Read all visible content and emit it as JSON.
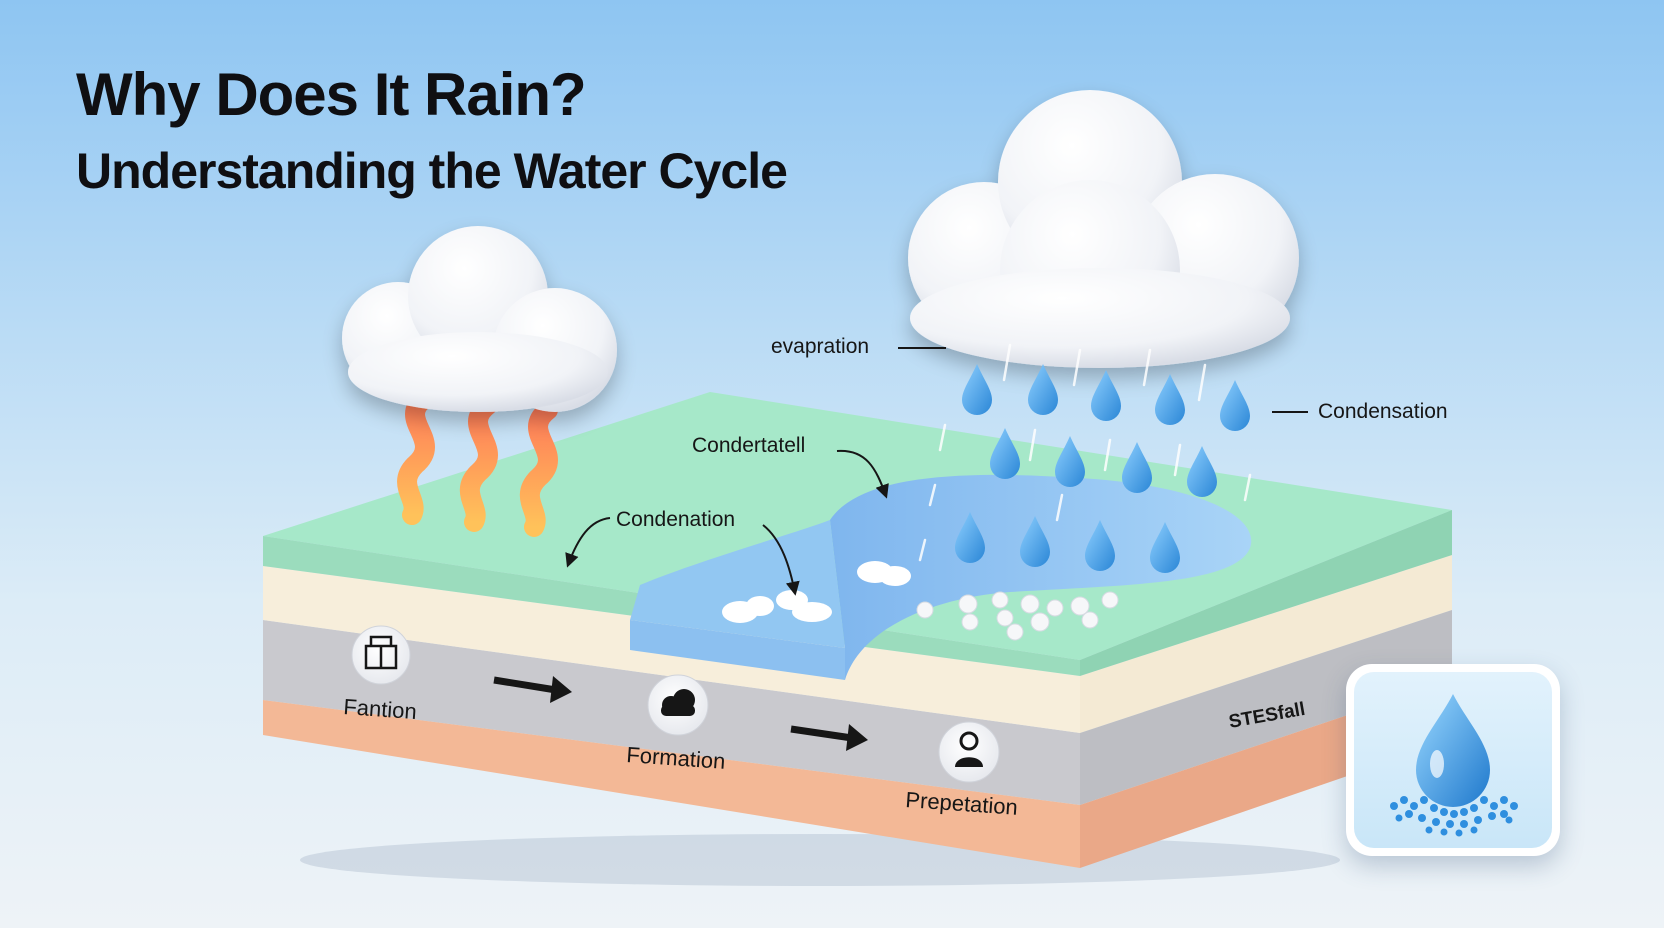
{
  "header": {
    "title": "Why Does It Rain?",
    "subtitle": "Understanding the Water Cycle"
  },
  "labels": {
    "evaporation": "evapration",
    "condensation_right": "Condensation",
    "condensation_middle": "Condertatell",
    "condensation_left": "Condenation",
    "side_text": "STESfall"
  },
  "steps": [
    {
      "label": "Fantion",
      "icon": "building-icon"
    },
    {
      "label": "Formation",
      "icon": "cloud-icon"
    },
    {
      "label": "Prepetation",
      "icon": "person-icon"
    }
  ],
  "badge": {
    "icon": "water-droplet-icon"
  },
  "colors": {
    "sky_top": "#8ec5f2",
    "grass": "#a3e7c6",
    "water": "#8ec2f2",
    "raindrop": "#4da4e6",
    "heat": "#ff8a5a",
    "soil_gray": "#c8c9ce",
    "soil_orange": "#f3b896"
  }
}
